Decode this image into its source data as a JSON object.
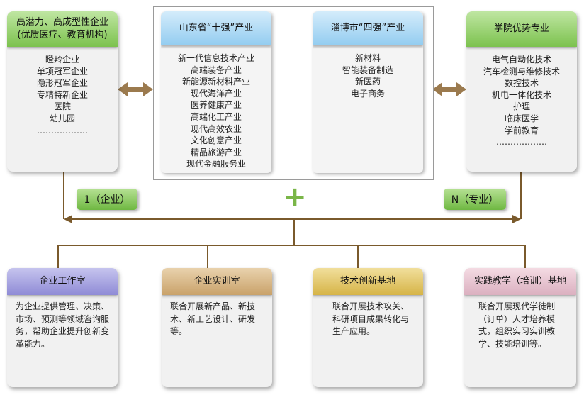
{
  "left_card": {
    "title_line1": "高潜力、高成型性企业",
    "title_line2": "(优质医疗、教育机构)",
    "items": [
      "瞪羚企业",
      "单项冠军企业",
      "隐形冠军企业",
      "专精特新企业",
      "医院",
      "幼儿园",
      "………………"
    ]
  },
  "center": {
    "shandong": {
      "title": "山东省“十强”产业",
      "items": [
        "新一代信息技术产业",
        "高端装备产业",
        "新能源新材料产业",
        "现代海洋产业",
        "医养健康产业",
        "高端化工产业",
        "现代高效农业",
        "文化创意产业",
        "精品旅游产业",
        "现代金融服务业"
      ]
    },
    "zibo": {
      "title": "淄博市“四强”产业",
      "items": [
        "新材料",
        "智能装备制造",
        "新医药",
        "电子商务"
      ]
    }
  },
  "right_card": {
    "title": "学院优势专业",
    "items": [
      "电气自动化技术",
      "汽车检测与维修技术",
      "数控技术",
      "机电一体化技术",
      "护理",
      "临床医学",
      "学前教育",
      "………………"
    ]
  },
  "tags": {
    "enterprise": "1（企业）",
    "plus": "+",
    "major": "N（专业）"
  },
  "bottom": [
    {
      "title": "企业工作室",
      "text": "为企业提供管理、决策、市场、预测等领域咨询服务，帮助企业提升创新变革能力。"
    },
    {
      "title": "企业实训室",
      "text": "联合开展新产品、新技术、新工艺设计、研发等。"
    },
    {
      "title": "技术创新基地",
      "text": "联合开展技术攻关、科研项目成果转化与生产应用。"
    },
    {
      "title": "实践教学（培训）基地",
      "text": "联合开展现代学徒制（订单）人才培养模式，组织实习实训教学、技能培训等。"
    }
  ],
  "colors": {
    "connector": "#7a5a2c",
    "arrow": "#9b7a4e",
    "plus": "#7ab648"
  }
}
